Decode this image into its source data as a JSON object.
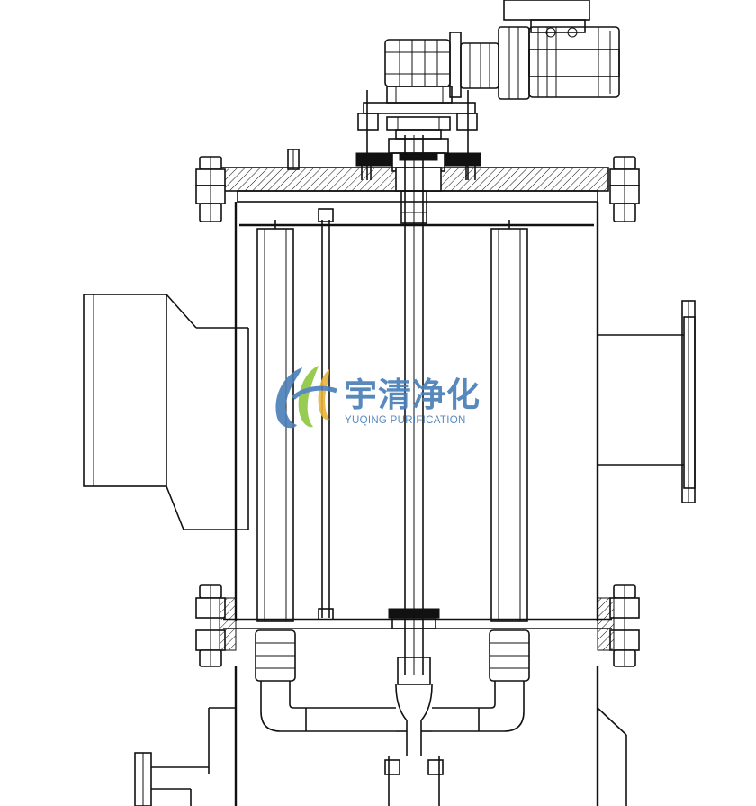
{
  "watermark": {
    "brand_cn": "宇清净化",
    "brand_en": "YUQING PURIFICATION",
    "colors": {
      "blue": "#4a7fb8",
      "green": "#8cc63f",
      "gold": "#e8b53a"
    }
  },
  "drawing": {
    "subject": "automatic self-cleaning filter, sectional elevation",
    "line_color": "#111111"
  }
}
